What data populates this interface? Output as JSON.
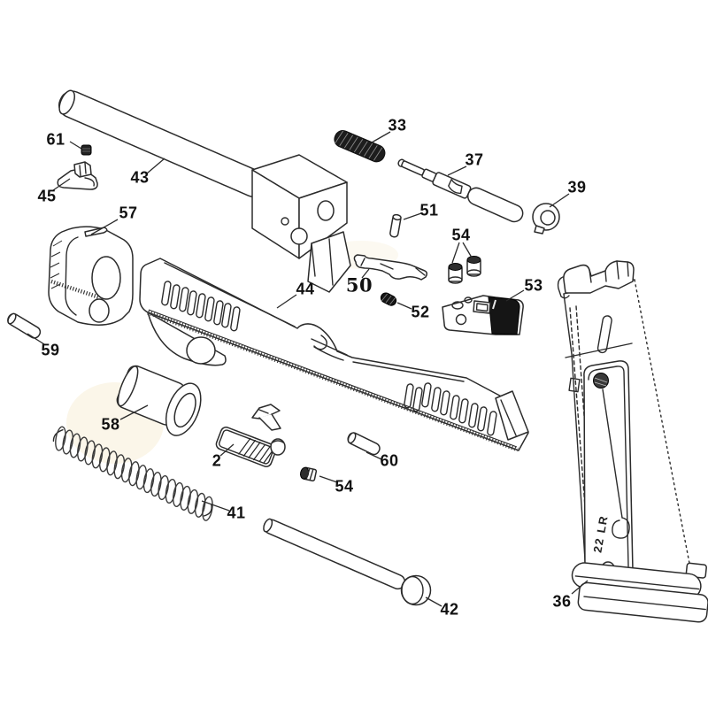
{
  "diagram": {
    "type": "exploded-parts-diagram",
    "background_color": "#ffffff",
    "line_color": "#2b2b2b",
    "dark_fill_color": "#1b1b1b",
    "magazine_marking": "22 LR"
  },
  "part_labels": [
    {
      "text": "61"
    },
    {
      "text": "45"
    },
    {
      "text": "43"
    },
    {
      "text": "33"
    },
    {
      "text": "37"
    },
    {
      "text": "39"
    },
    {
      "text": "57"
    },
    {
      "text": "51"
    },
    {
      "text": "54"
    },
    {
      "text": "53"
    },
    {
      "text": "44"
    },
    {
      "text": "50"
    },
    {
      "text": "52"
    },
    {
      "text": "59"
    },
    {
      "text": "58"
    },
    {
      "text": "2"
    },
    {
      "text": "60"
    },
    {
      "text": "54"
    },
    {
      "text": "41"
    },
    {
      "text": "42"
    },
    {
      "text": "36"
    }
  ]
}
